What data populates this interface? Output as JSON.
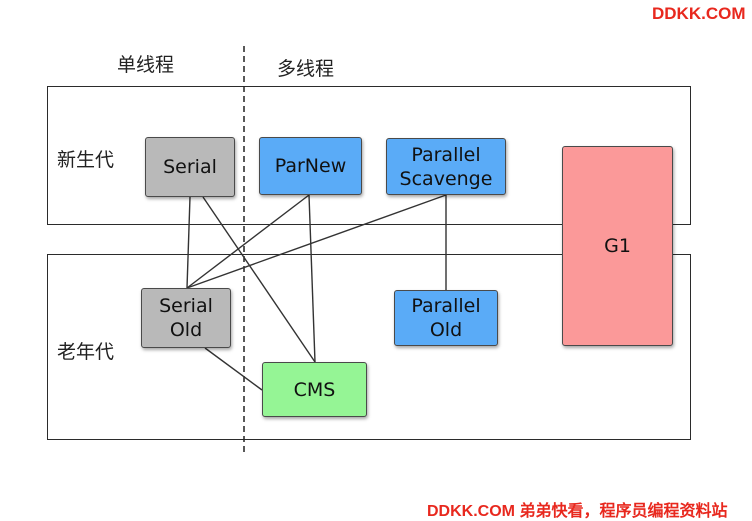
{
  "watermark": {
    "top": "DDKK.COM",
    "bottom": "DDKK.COM 弟弟快看，程序员编程资料站"
  },
  "labels": {
    "single_thread": "单线程",
    "multi_thread": "多线程",
    "young_gen": "新生代",
    "old_gen": "老年代"
  },
  "collectors": {
    "serial": "Serial",
    "parnew": "ParNew",
    "parallel_scavenge": "Parallel\nScavenge",
    "g1": "G1",
    "serial_old": "Serial\nOld",
    "parallel_old": "Parallel\nOld",
    "cms": "CMS"
  },
  "connections": [
    [
      "serial",
      "serial_old"
    ],
    [
      "serial",
      "cms"
    ],
    [
      "parnew",
      "serial_old"
    ],
    [
      "parnew",
      "cms"
    ],
    [
      "parallel_scavenge",
      "serial_old"
    ],
    [
      "parallel_scavenge",
      "parallel_old"
    ],
    [
      "serial_old",
      "cms"
    ]
  ],
  "colors": {
    "single_thread_collector": "#b9b9b9",
    "parallel_collector": "#5aabf7",
    "concurrent_collector": "#95f595",
    "g1_collector": "#fb9999",
    "watermark": "#e8281e"
  }
}
